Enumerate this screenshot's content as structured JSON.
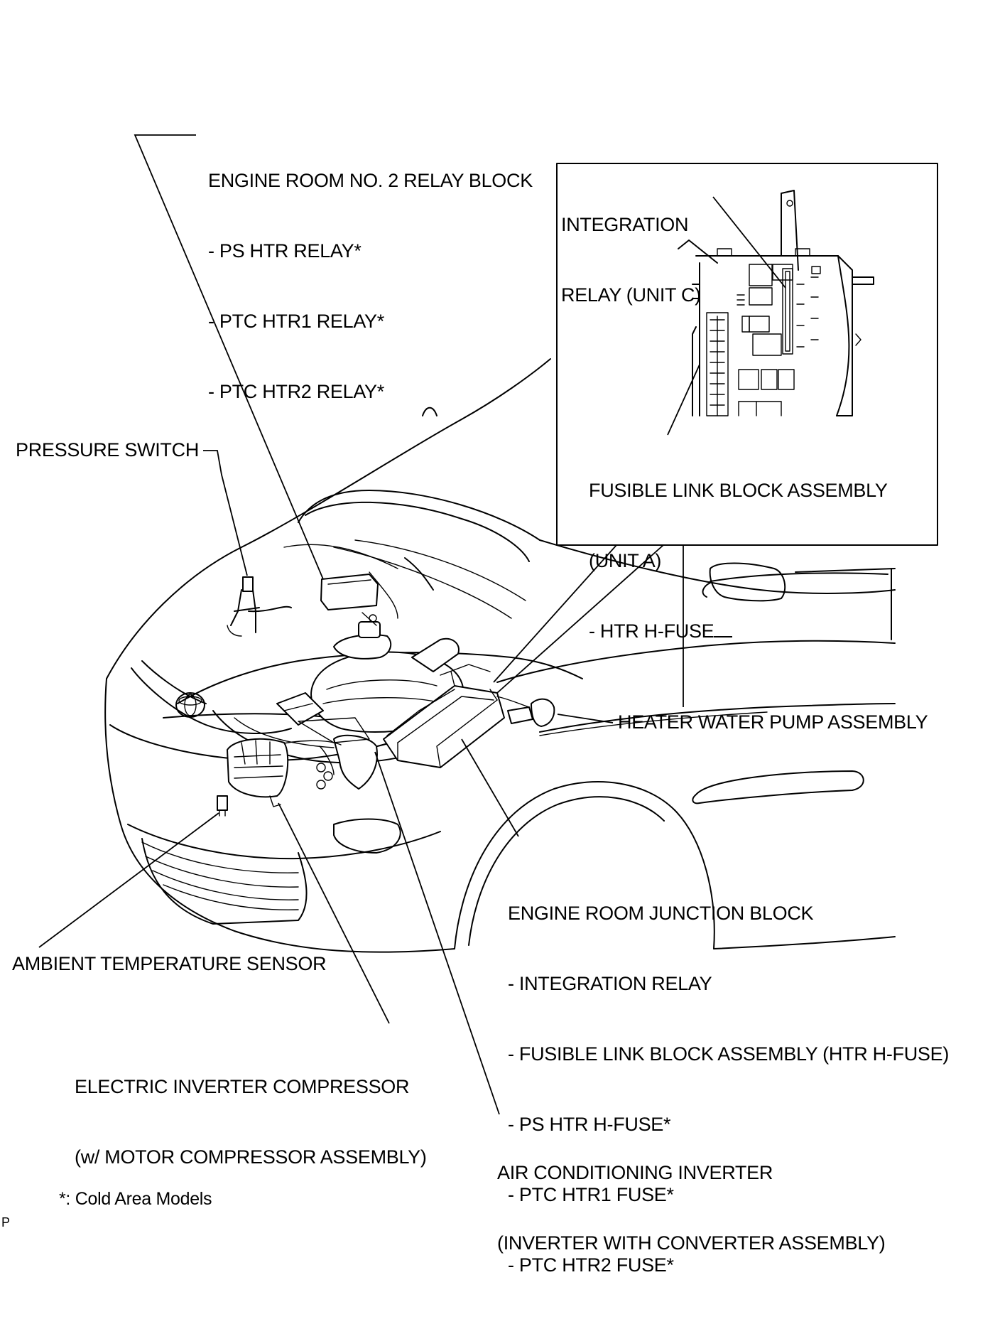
{
  "labels": {
    "relay_block": {
      "title": "ENGINE ROOM NO. 2 RELAY BLOCK",
      "items": [
        "- PS HTR RELAY*",
        "- PTC HTR1 RELAY*",
        "- PTC HTR2 RELAY*"
      ]
    },
    "integration_relay": [
      "INTEGRATION",
      "RELAY (UNIT C)"
    ],
    "fusible_link": [
      "FUSIBLE LINK BLOCK ASSEMBLY",
      "(UNIT A)",
      "- HTR H-FUSE"
    ],
    "pressure_switch": "PRESSURE SWITCH",
    "heater_water_pump": "HEATER WATER PUMP ASSEMBLY",
    "junction_block": {
      "title": "ENGINE ROOM JUNCTION BLOCK",
      "items": [
        "- INTEGRATION RELAY",
        "- FUSIBLE LINK BLOCK ASSEMBLY (HTR H-FUSE)",
        "- PS HTR H-FUSE*",
        "- PTC HTR1 FUSE*",
        "- PTC HTR2 FUSE*"
      ]
    },
    "ambient_sensor": "AMBIENT TEMPERATURE SENSOR",
    "compressor": [
      "ELECTRIC INVERTER COMPRESSOR",
      "(w/ MOTOR COMPRESSOR ASSEMBLY)"
    ],
    "ac_inverter": [
      "AIR CONDITIONING INVERTER",
      "(INVERTER WITH CONVERTER ASSEMBLY)"
    ],
    "footnote": "*: Cold Area Models",
    "corner_mark": "P"
  },
  "icons": {
    "vehicle": "vehicle-front-quarter-icon",
    "relay_block_part": "relay-block-icon",
    "junction_block_part": "junction-block-icon",
    "engine": "engine-icon",
    "compressor_part": "compressor-icon",
    "sensor_part": "sensor-icon",
    "pump_part": "water-pump-icon",
    "pressure_switch_part": "pressure-switch-icon",
    "logo": "toyota-emblem-icon"
  }
}
